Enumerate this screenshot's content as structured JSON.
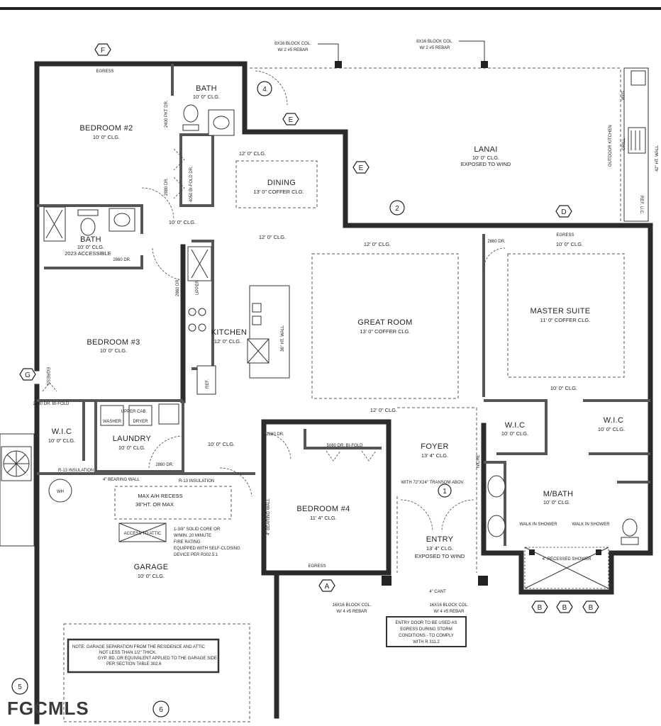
{
  "rooms": {
    "bedroom2": {
      "name": "BEDROOM #2",
      "ceiling": "10' 0\" CLG."
    },
    "bath1": {
      "name": "BATH",
      "ceiling": "10' 0\" CLG."
    },
    "bath2": {
      "name": "BATH",
      "ceiling": "10' 0\" CLG.",
      "note": "2023 ACCESSIBLE"
    },
    "dining": {
      "name": "DINING",
      "ceiling": "13' 0\" COFFER CLG."
    },
    "lanai": {
      "name": "LANAI",
      "ceiling": "10' 0\" CLG.",
      "note": "EXPOSED TO WIND"
    },
    "bedroom3": {
      "name": "BEDROOM #3",
      "ceiling": "10' 0\" CLG."
    },
    "kitchen": {
      "name": "KITCHEN",
      "ceiling": "12' 0\" CLG."
    },
    "great_room": {
      "name": "GREAT ROOM",
      "ceiling": "13' 0\" COFFER CLG."
    },
    "master_suite": {
      "name": "MASTER SUITE",
      "ceiling": "11' 0\" COFFER CLG."
    },
    "wic1": {
      "name": "W.I.C",
      "ceiling": "10' 0\" CLG."
    },
    "laundry": {
      "name": "LAUNDRY",
      "ceiling": "10' 0\" CLG."
    },
    "foyer": {
      "name": "FOYER",
      "ceiling": "13' 4\" CLG."
    },
    "wic2": {
      "name": "W.I.C",
      "ceiling": "10' 0\" CLG."
    },
    "wic3": {
      "name": "W.I.C",
      "ceiling": "10' 0\" CLG."
    },
    "bedroom4": {
      "name": "BEDROOM #4",
      "ceiling": "11' 4\" CLG."
    },
    "mbath": {
      "name": "M/BATH",
      "ceiling": "10' 0\" CLG."
    },
    "entry": {
      "name": "ENTRY",
      "ceiling": "13' 4\" CLG.",
      "note": "EXPOSED TO WIND"
    },
    "garage": {
      "name": "GARAGE",
      "ceiling": "10' 0\" CLG."
    }
  },
  "ceilings": {
    "hall_12": "12' 0\" CLG.",
    "hall_10": "10' 0\" CLG.",
    "mid_12": "12' 0\" CLG.",
    "great_12": "12' 0\" CLG.",
    "master_10": "10' 0\" CLG.",
    "lower_12": "12' 0\" CLG.",
    "lower_10": "10' 0\" CLG.",
    "master_low_10": "10' 0\" CLG.",
    "wic_hall": "10' 0\" CLG."
  },
  "annotations": {
    "block_col_left": "8X16 BLOCK COL.",
    "block_col_left_rebar": "W/ 2 #5 REBAR",
    "block_col_right": "8X16 BLOCK COL.",
    "block_col_right_rebar": "W/ 2 #5 REBAR",
    "egress_bed2": "EGRESS",
    "egress_master": "EGRESS",
    "egress_bed3": "EGRESS",
    "egress_bed4": "EGRESS",
    "pkt_dr": "2400 PKT DR.",
    "bifold": "4050 BI-FOLD DR.",
    "dr_2880_a": "2880 DR.",
    "dr_2860": "2860 DR.",
    "dr_2860_b": "2860 DR.",
    "dr_2880_master": "2880 DR.",
    "dr_2880_laundry": "2880 DR.",
    "dr_2880_bed4": "2880 DR.",
    "bifold_wic": "2480 DR. BI-FOLD",
    "bifold_bed4": "5080 DR. BI-FOLD",
    "wall_36": "36\" HT. WALL",
    "wall_42": "42\" HT. WALL",
    "outdoor_kitchen": "OUTDOOR KITCHEN",
    "grill": "GRILL",
    "sink": "SINK",
    "ref_uc": "REF. U.C.",
    "upper": "UPPER",
    "ref": "REF.",
    "upper_cab": "UPPER CAB.",
    "washer": "WASHER",
    "dryer": "DRYER",
    "transom": "WITH 72\"X24\" TRANSOM ABOV.",
    "niche": "NICHE",
    "walk_in_shower_1": "WALK IN SHOWER",
    "walk_in_shower_2": "WALK IN SHOWER",
    "recessed_shower": "4\" RECESSED SHOWER",
    "max_ah": "MAX A/H RECESS",
    "max_ah_size": "36\"HT. OR MAX",
    "attic": "ACCESS TO ATTIC",
    "wh": "WH",
    "door_spec_1": "1-3/8\" SOLID CORE OR",
    "door_spec_2": "W/MIN. 20 MINUTE",
    "door_spec_3": "FIRE RATING",
    "door_spec_4": "EQUIPPED WITH SELF-CLOSING",
    "door_spec_5": "DEVICE PER R302.5.1",
    "cant": "4\" CANT",
    "block_col_front_l": "16X16 BLOCK COL.",
    "block_col_front_l_rebar": "W/ 4 #5 REBAR",
    "block_col_front_r": "16X16 BLOCK COL.",
    "block_col_front_r_rebar": "W/ 4 #5 REBAR",
    "entry_note_1": "ENTRY DOOR TO BE USED AS",
    "entry_note_2": "EGRESS DURING STORM",
    "entry_note_3": "CONDITIONS - TO COMPLY",
    "entry_note_4": "WITH R 311.2",
    "garage_note_1": "NOTE: GARAGE SEPARATION FROM THE RESIDENCE AND ATTIC",
    "garage_note_2": "NOT LESS THAN 1/2\" THICK.",
    "garage_note_3": "GYP. BD. OR EQUIVALENT APPLIED TO THE GARAGE SIDE",
    "garage_note_4": "PER SECTION TABLE 302.6",
    "insulation_1": "R-13 INSULATION",
    "insulation_2": "R-13 INSULATION",
    "bearing_wall_1": "4\" BEARING WALL",
    "bearing_wall_2": "4\" BEARING WALL"
  },
  "markers": {
    "F": "F",
    "E1": "E",
    "E2": "E",
    "G": "G",
    "A": "A",
    "D": "D",
    "B1": "B",
    "B2": "B",
    "B3": "B",
    "n4": "4",
    "n2": "2",
    "n1": "1",
    "n5": "5",
    "n6": "6"
  },
  "watermark": "FGCMLS"
}
